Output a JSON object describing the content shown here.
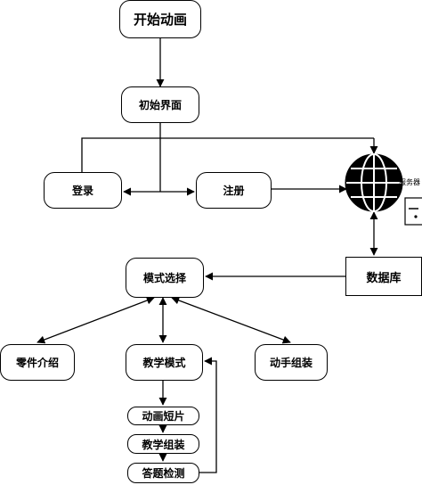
{
  "nodes": {
    "start": "开始动画",
    "init": "初始界面",
    "login": "登录",
    "register": "注册",
    "server": "服务器",
    "database": "数据库",
    "mode_select": "模式选择",
    "parts_intro": "零件介绍",
    "teach_mode": "教学模式",
    "manual_assembly": "动手组装",
    "animation": "动画短片",
    "teach_assembly": "教学组装",
    "quiz": "答题检测"
  },
  "icons": {
    "globe": "globe-icon",
    "server": "server-icon"
  }
}
